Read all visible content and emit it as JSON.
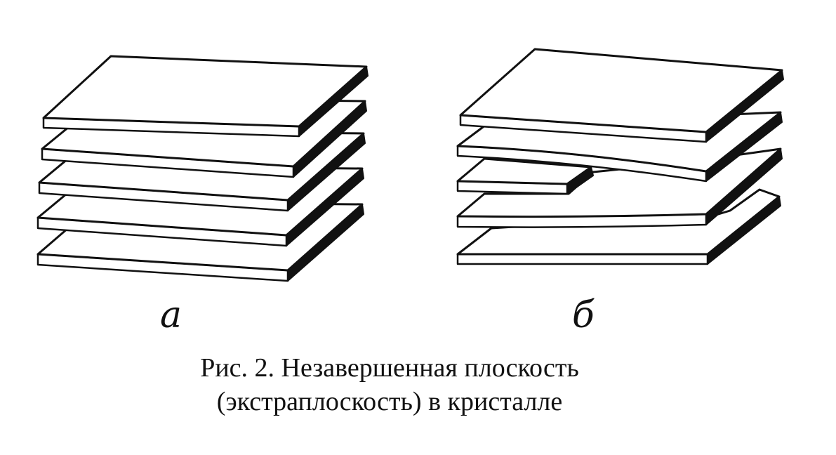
{
  "figure": {
    "panel_a_label": "а",
    "panel_b_label": "б"
  },
  "caption": {
    "line1": "Рис. 2. Незавершенная плоскость",
    "line2": "(экстраплоскость) в кристалле"
  }
}
